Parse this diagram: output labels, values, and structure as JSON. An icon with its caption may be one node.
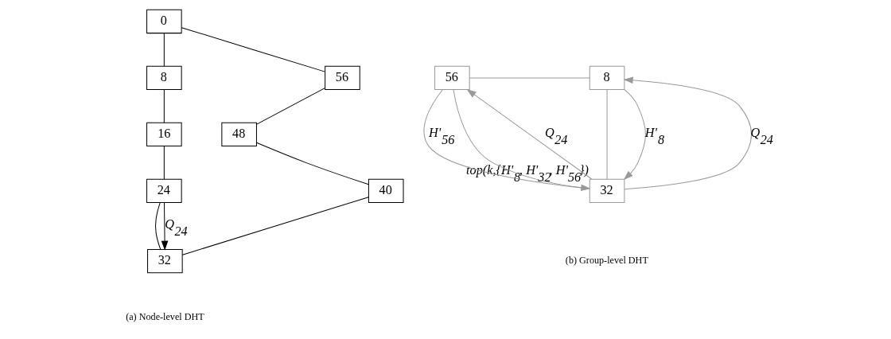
{
  "diagram": {
    "nodes": [
      {
        "text": [
          "0"
        ]
      },
      {
        "text": [
          "56"
        ]
      },
      {
        "text": [
          "8"
        ]
      },
      {
        "text": [
          "48"
        ]
      },
      {
        "text": [
          "16"
        ]
      },
      {
        "text": [
          "40"
        ]
      },
      {
        "text": [
          "24"
        ]
      },
      {
        "text": [
          "32"
        ]
      },
      {
        "text": [
          "56"
        ]
      },
      {
        "text": [
          "8"
        ]
      },
      {
        "text": [
          "32"
        ],
        "beside": [
          "top(k,{H'$_{8}$, H'$_{32}$, H'$_{56}$})"
        ]
      }
    ],
    "edges": [
      {
        "from": 0,
        "to": 2,
        "arrow": "none"
      },
      {
        "from": 2,
        "to": 4,
        "arrow": "none"
      },
      {
        "from": 4,
        "to": 6,
        "arrow": "none"
      },
      {
        "from": 6,
        "to": 7,
        "arrow": "none"
      },
      {
        "from": 7,
        "to": 5,
        "arrow": "none"
      },
      {
        "from": 5,
        "to": 3,
        "arrow": "none"
      },
      {
        "from": 3,
        "to": 1,
        "arrow": "none"
      },
      {
        "from": 1,
        "to": 0,
        "arrow": "none"
      },
      {
        "from": 6,
        "to": 7,
        "arrow": "to",
        "label": "Q$_{24}$"
      },
      {
        "from": 8,
        "to": 9,
        "arrow": "none",
        "color": "#999999"
      },
      {
        "from": 9,
        "to": 10,
        "arrow": "none",
        "color": "#999999"
      },
      {
        "from": 10,
        "to": 8,
        "arrow": "none",
        "color": "#999999"
      },
      {
        "from": 10,
        "to": 8,
        "arrow": "to",
        "label": "Q$_{24}$",
        "color": "#999999"
      },
      {
        "from": 8,
        "to": 10,
        "arrow": "to",
        "label": "H'$_{56}$",
        "color": "#999999"
      },
      {
        "from": 10,
        "to": 9,
        "arrow": "to",
        "label": "Q$_{24}$",
        "color": "#999999"
      },
      {
        "from": 9,
        "to": 10,
        "arrow": "to",
        "label": "H'$_{8}$",
        "color": "#999999"
      }
    ],
    "labels": [
      "(a) Node-level DHT",
      "(b) Group-level DHT"
    ]
  }
}
